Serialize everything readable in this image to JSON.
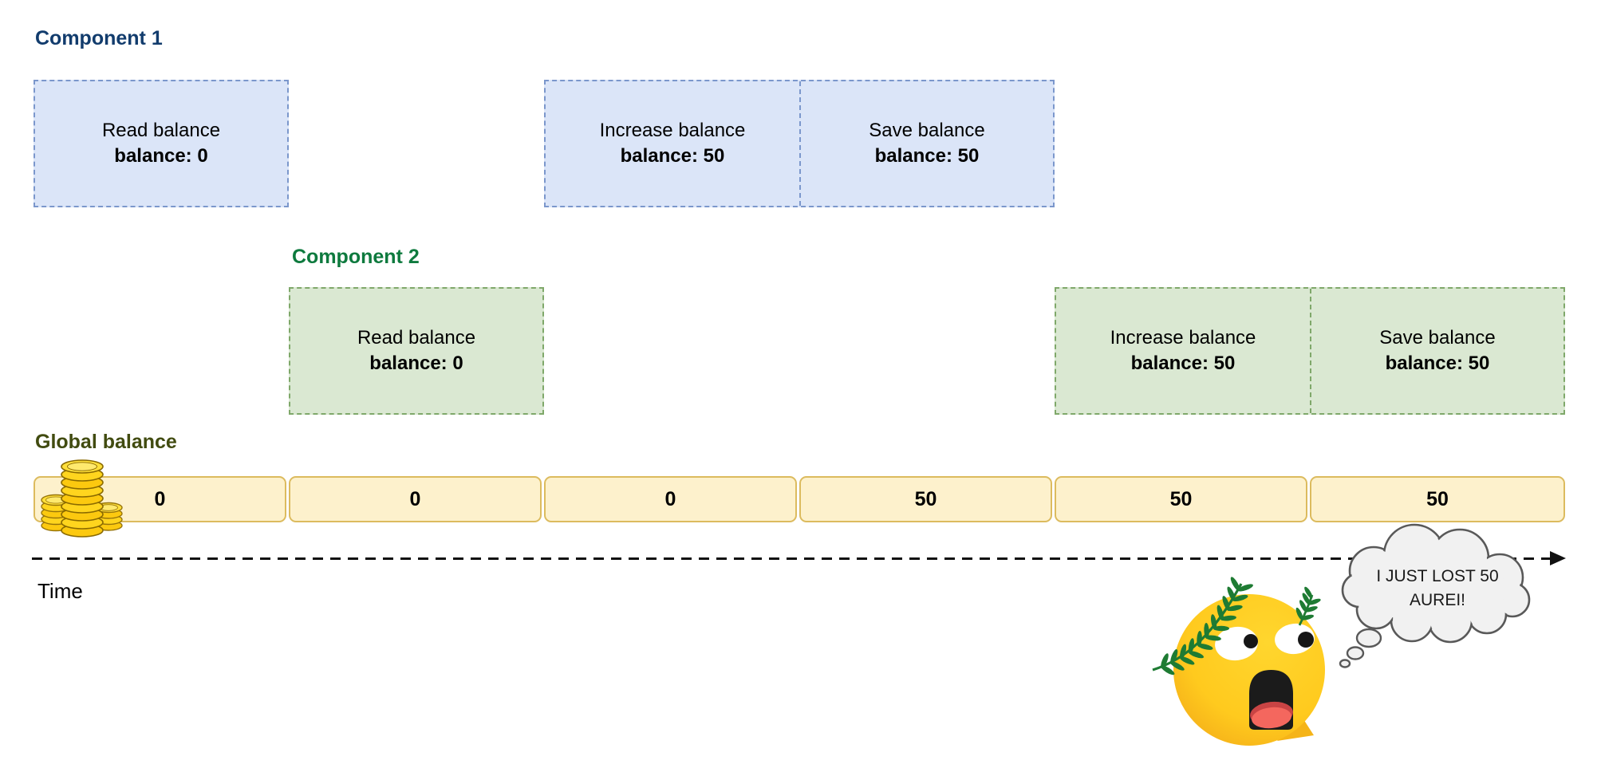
{
  "component1": {
    "label": "Component 1",
    "boxes": [
      {
        "action": "Read balance",
        "state": "balance: 0"
      },
      {
        "action": "Increase balance",
        "state": "balance: 50"
      },
      {
        "action": "Save balance",
        "state": "balance: 50"
      }
    ]
  },
  "component2": {
    "label": "Component 2",
    "boxes": [
      {
        "action": "Read balance",
        "state": "balance: 0"
      },
      {
        "action": "Increase balance",
        "state": "balance: 50"
      },
      {
        "action": "Save balance",
        "state": "balance: 50"
      }
    ]
  },
  "global_balance": {
    "label": "Global balance",
    "icon": "gold-coins-stack",
    "values": [
      "0",
      "0",
      "0",
      "50",
      "50",
      "50"
    ]
  },
  "timeline": {
    "label": "Time"
  },
  "thought_bubble": {
    "line1": "I JUST LOST 50",
    "line2": "AUREI!"
  },
  "emoji": {
    "name": "shocked-face-with-laurel-wreath"
  },
  "colors": {
    "component1_title": "#123c6d",
    "component1_fill": "#dbe5f8",
    "component1_border": "#7b97cc",
    "component2_title": "#0e7a3e",
    "component2_fill": "#dae8d2",
    "component2_border": "#7fa86a",
    "global_title": "#414b10",
    "global_fill": "#fdf1cc",
    "global_border": "#dcbb5e",
    "timeline": "#111111",
    "bubble_fill": "#f1f1f1",
    "bubble_stroke": "#595959",
    "emoji_yellow": "#ffca1e",
    "laurel_green": "#1e7b33"
  }
}
